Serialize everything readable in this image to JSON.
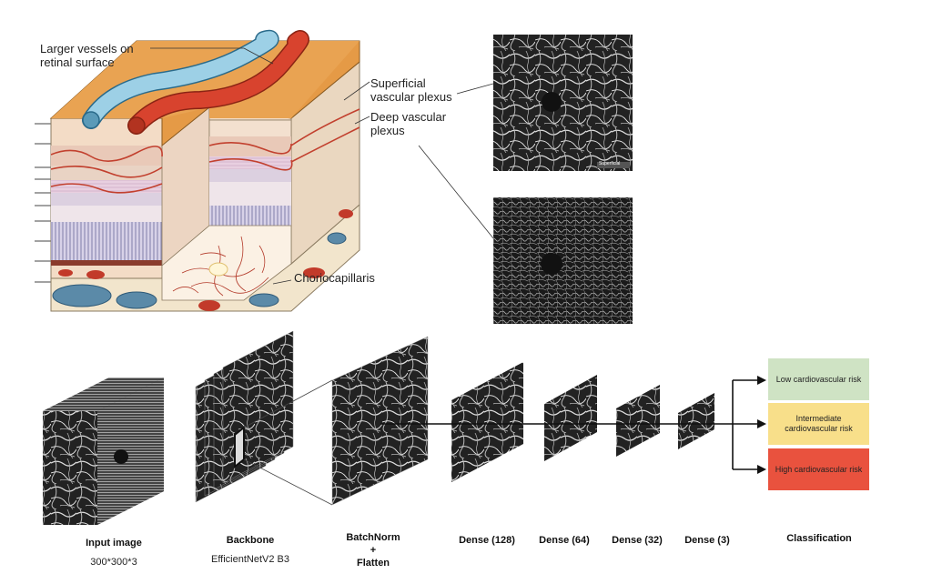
{
  "labels": {
    "larger_vessels": "Larger vessels on retinal surface",
    "superficial": "Superficial vascular plexus",
    "deep": "Deep vascular plexus",
    "choriocapillaris": "Choriocapillaris",
    "superficial_tag": "Superficial"
  },
  "pipeline": {
    "input": {
      "title": "Input image",
      "sub": "300*300*3"
    },
    "backbone": {
      "title": "Backbone",
      "sub": "EfficientNetV2 B3"
    },
    "batchnorm": {
      "title": "BatchNorm",
      "plus": "+",
      "flatten": "Flatten"
    },
    "dense128": "Dense (128)",
    "dense64": "Dense (64)",
    "dense32": "Dense (32)",
    "dense3": "Dense (3)",
    "classification": "Classification"
  },
  "outputs": {
    "low": "Low cardiovascular  risk",
    "intermediate_1": "Intermediate",
    "intermediate_2": "cardiovascular  risk",
    "high": "High cardiovascular  risk"
  },
  "colors": {
    "low": "#cfe3c4",
    "intermediate": "#f8df8a",
    "high": "#e9523e",
    "retina_top": "#e59a46",
    "artery": "#d8432e",
    "vein": "#8ec6df"
  }
}
